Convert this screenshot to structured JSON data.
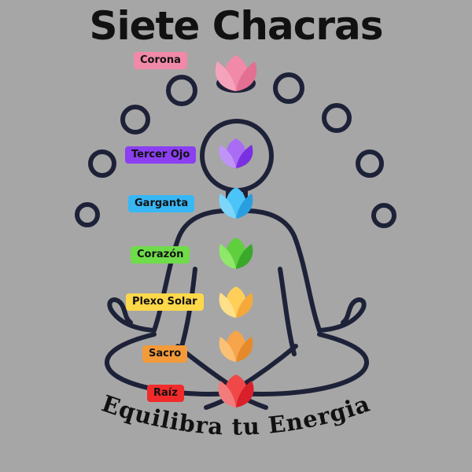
{
  "title": "Siete Chacras",
  "subtitle": "Equilibra tu Energia",
  "chakras": [
    {
      "id": "corona",
      "label": "Corona",
      "color": "#f08aa8"
    },
    {
      "id": "tercer",
      "label": "Tercer Ojo",
      "color": "#8b3ff0"
    },
    {
      "id": "garganta",
      "label": "Garganta",
      "color": "#38b7f5"
    },
    {
      "id": "corazon",
      "label": "Corazón",
      "color": "#6fdc4a"
    },
    {
      "id": "plexo",
      "label": "Plexo Solar",
      "color": "#ffd84a"
    },
    {
      "id": "sacro",
      "label": "Sacro",
      "color": "#f39a3a"
    },
    {
      "id": "raiz",
      "label": "Raíz",
      "color": "#f22a2a"
    }
  ],
  "colors": {
    "background": "#a6a6a6",
    "outline": "#1e2238"
  }
}
